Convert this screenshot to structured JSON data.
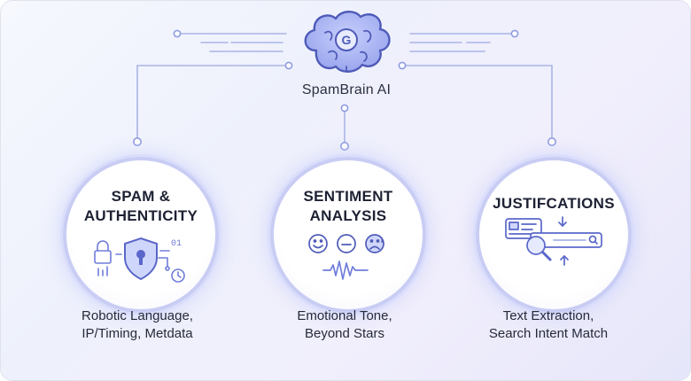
{
  "hub": {
    "label": "SpamBrain AI",
    "badge_letter": "G",
    "icon": "brain-icon"
  },
  "nodes": [
    {
      "title_line1": "SPAM &",
      "title_line2": "AUTHENTICITY",
      "icon": "security-shield-lock-clock-icon",
      "binary_text": "01",
      "caption_line1": "Robotic Language,",
      "caption_line2": "IP/Timing, Metdata"
    },
    {
      "title_line1": "SENTIMENT",
      "title_line2": "ANALYSIS",
      "icon": "emotion-faces-waveform-icon",
      "caption_line1": "Emotional Tone,",
      "caption_line2": "Beyond Stars"
    },
    {
      "title_line1": "JUSTIFCATIONS",
      "icon": "document-search-magnifier-icon",
      "caption_line1": "Text Extraction,",
      "caption_line2": "Search Intent Match"
    }
  ],
  "colors": {
    "accent": "#6f7ddb",
    "line": "#aab4e6",
    "ring": "#c9cdf4",
    "text": "#1d2133",
    "hub_fill": "#a9b4f4"
  }
}
